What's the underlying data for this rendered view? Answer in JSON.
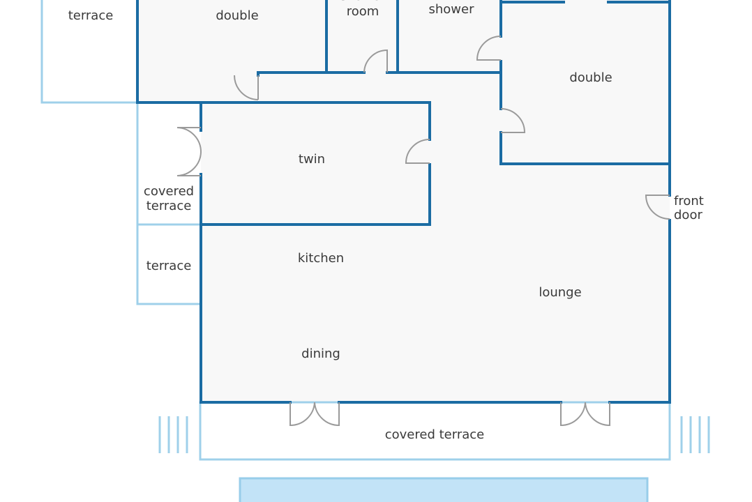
{
  "title": "Floor plan",
  "colors": {
    "wall": "#1b6ca3",
    "terrace_line": "#9fd0ea",
    "pool": "#c2e3f7",
    "floor": "#f8f8f8",
    "door": "#9a9a9a"
  },
  "rooms": {
    "terrace_top": "terrace",
    "double_left": "double",
    "shower_room_1": "shower",
    "shower_room_2": "room",
    "shower": "shower",
    "double_right": "double",
    "twin": "twin",
    "covered_terrace_side_1": "covered",
    "covered_terrace_side_2": "terrace",
    "terrace_side": "terrace",
    "front_door_1": "front",
    "front_door_2": "door",
    "kitchen": "kitchen",
    "lounge": "lounge",
    "dining": "dining",
    "covered_terrace_bottom": "covered terrace"
  }
}
